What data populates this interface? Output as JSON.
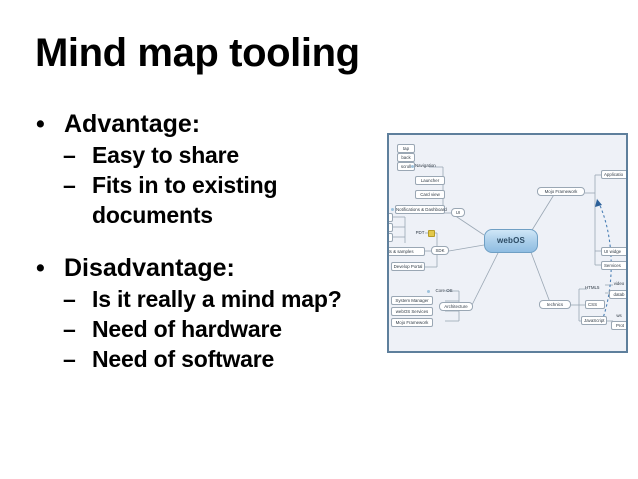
{
  "slide": {
    "title": "Mind map tooling",
    "bullet_marker": "•",
    "sub_marker": "–",
    "groups": [
      {
        "heading": "Advantage:",
        "items": [
          "Easy to share",
          "Fits in to existing documents"
        ]
      },
      {
        "heading": "Disadvantage:",
        "items": [
          "Is it really a mind map?",
          "Need of hardware",
          "Need of software"
        ]
      }
    ]
  },
  "mindmap": {
    "central": "webOS",
    "branches": {
      "ui": "UI",
      "sdk": "SDK",
      "architecture": "Architecture",
      "mojo": "Mojo Framework",
      "technics": "technics"
    },
    "ui_children": {
      "navigation": "Navigation",
      "navigation_subs": [
        "tap",
        "back",
        "scroll"
      ],
      "launcher": "Launcher",
      "card_view": "Card view",
      "notifications": "Notifications & Dashboard"
    },
    "sdk_children": {
      "pdt": "PDT",
      "docs": "nts & samples",
      "portal": "Develop Portal"
    },
    "architecture_children": {
      "core_os": "Core OS",
      "system_manager": "System Manager",
      "webos_services": "webOS Services",
      "mojo_framework": "Mojo Framework"
    },
    "mojo_children": {
      "applications": "Applicatio",
      "ui_widgets": "UI widge",
      "services": "Services"
    },
    "technics_children": {
      "html5": "HTML5",
      "css": "CSS",
      "javascript": "JavaScript",
      "video": "video",
      "database": "datab",
      "proto": "Prot",
      "extra": "ws"
    },
    "colors": {
      "frame_border": "#5e7f9c",
      "canvas_background": "#eef1f7",
      "central_node": "#a8cde9",
      "connector": "#9aa7b4",
      "dashed_arrow": "#4a7fb5"
    }
  }
}
